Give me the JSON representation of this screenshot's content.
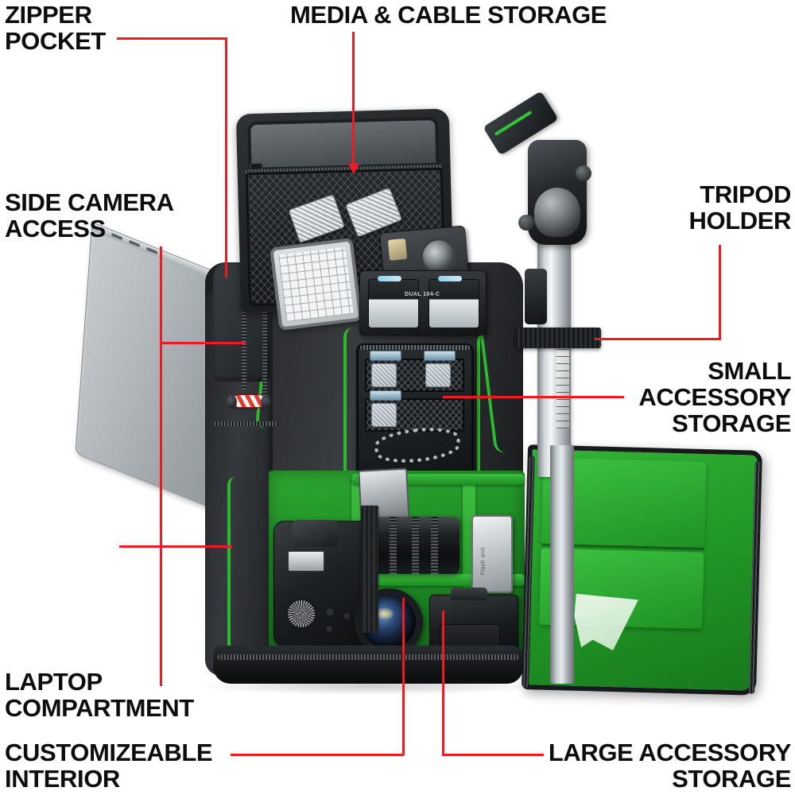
{
  "graphic": {
    "title": "Camera backpack feature callout diagram",
    "accent_color": "#ee1c22",
    "text_color": "#0d0d0d",
    "background_color": "#ffffff",
    "interior_color": "#22a028"
  },
  "callouts": [
    {
      "id": "zipper-pocket",
      "label": "ZIPPER\nPOCKET"
    },
    {
      "id": "media-cable-storage",
      "label": "MEDIA & CABLE STORAGE"
    },
    {
      "id": "side-camera-access",
      "label": "SIDE CAMERA\nACCESS"
    },
    {
      "id": "tripod-holder",
      "label": "TRIPOD\nHOLDER"
    },
    {
      "id": "small-accessory-storage",
      "label": "SMALL\nACCESSORY\nSTORAGE"
    },
    {
      "id": "laptop-compartment",
      "label": "LAPTOP\nCOMPARTMENT"
    },
    {
      "id": "customizeable-interior",
      "label": "CUSTOMIZEABLE\nINTERIOR"
    },
    {
      "id": "large-accessory-storage",
      "label": "LARGE ACCESSORY\nSTORAGE"
    }
  ],
  "product_parts": {
    "charger_brand": "DUAL 104-C",
    "flash_label": "Flash unit"
  }
}
